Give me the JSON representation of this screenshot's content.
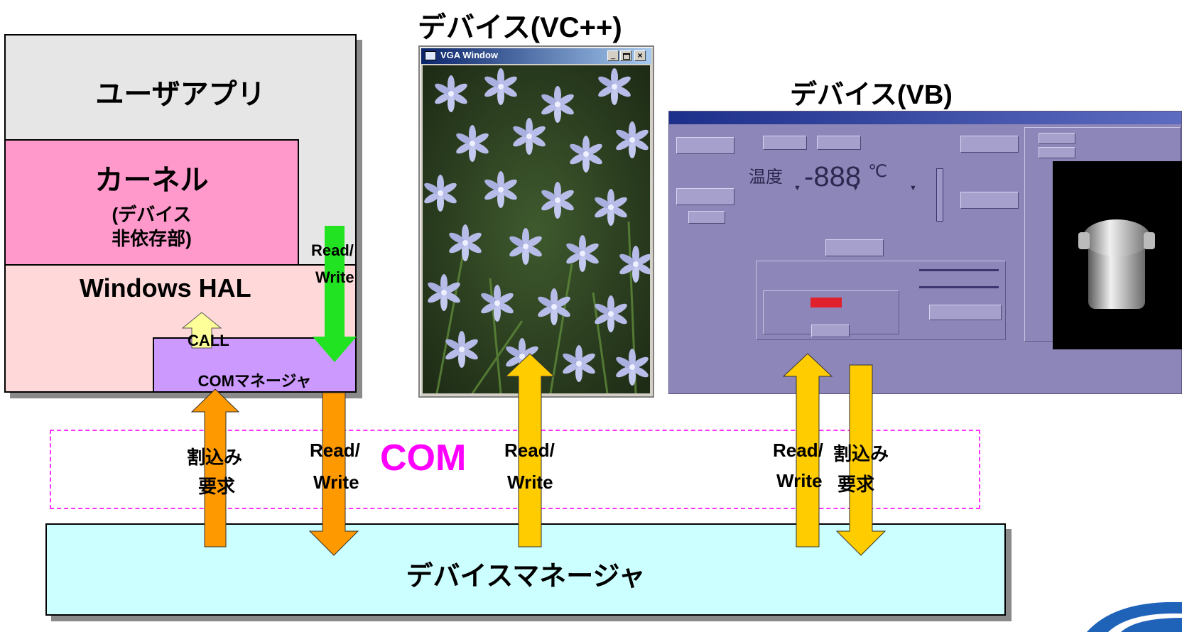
{
  "user_app": {
    "title": "ユーザアプリ"
  },
  "kernel": {
    "title": "カーネル",
    "sub1": "(デバイス",
    "sub2": "非依存部)"
  },
  "hal": {
    "title": "Windows HAL"
  },
  "com_manager": {
    "title": "COMマネージャ"
  },
  "labels": {
    "call": "CALL",
    "read_write_green_1": "Read/",
    "read_write_green_2": "Write",
    "interrupt_1": "割込み",
    "interrupt_2": "要求",
    "rw_orange_1": "Read/",
    "rw_orange_2": "Write",
    "com": "COM",
    "rw_vc_1": "Read/",
    "rw_vc_2": "Write",
    "rw_vb_1": "Read/",
    "rw_vb_2": "Write",
    "interrupt_vb_1": "割込み",
    "interrupt_vb_2": "要求"
  },
  "device_vc": {
    "heading": "デバイス(VC++)",
    "window_title": "VGA Window"
  },
  "device_vb": {
    "heading": "デバイス(VB)",
    "temp_label": "温度",
    "temp_value": "-888",
    "temp_unit": "℃"
  },
  "device_manager": {
    "title": "デバイスマネージャ"
  },
  "colors": {
    "user_app": "#e6e6e6",
    "kernel": "#ff99cc",
    "hal": "#ffd9d9",
    "com_manager": "#cc99ff",
    "device_manager": "#ccffff",
    "arrow_green": "#22e322",
    "arrow_orange": "#ff9900",
    "arrow_yellow": "#ffcc00",
    "arrow_call": "#ffff99",
    "com_text": "#ff00ff",
    "com_dashed": "#ff33ff"
  }
}
